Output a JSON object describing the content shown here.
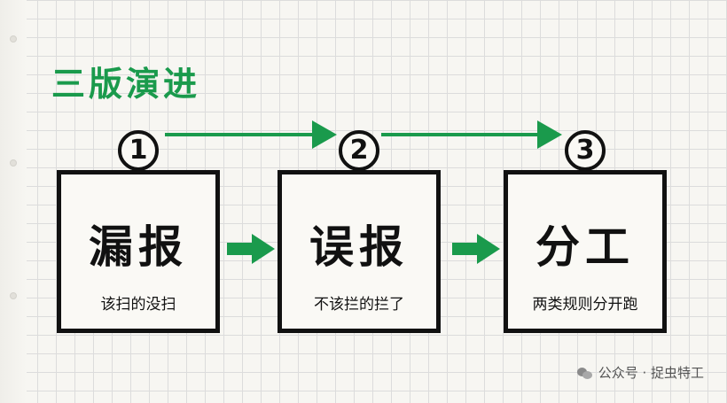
{
  "title": "三版演进",
  "steps": [
    {
      "number": "1",
      "main": "漏报",
      "sub": "该扫的没扫"
    },
    {
      "number": "2",
      "main": "误报",
      "sub": "不该拦的拦了"
    },
    {
      "number": "3",
      "main": "分工",
      "sub": "两类规则分开跑"
    }
  ],
  "watermark": "公众号 · 捉虫特工",
  "colors": {
    "accent": "#1a9a4c",
    "ink": "#111111",
    "grid": "#dcdcdc"
  }
}
